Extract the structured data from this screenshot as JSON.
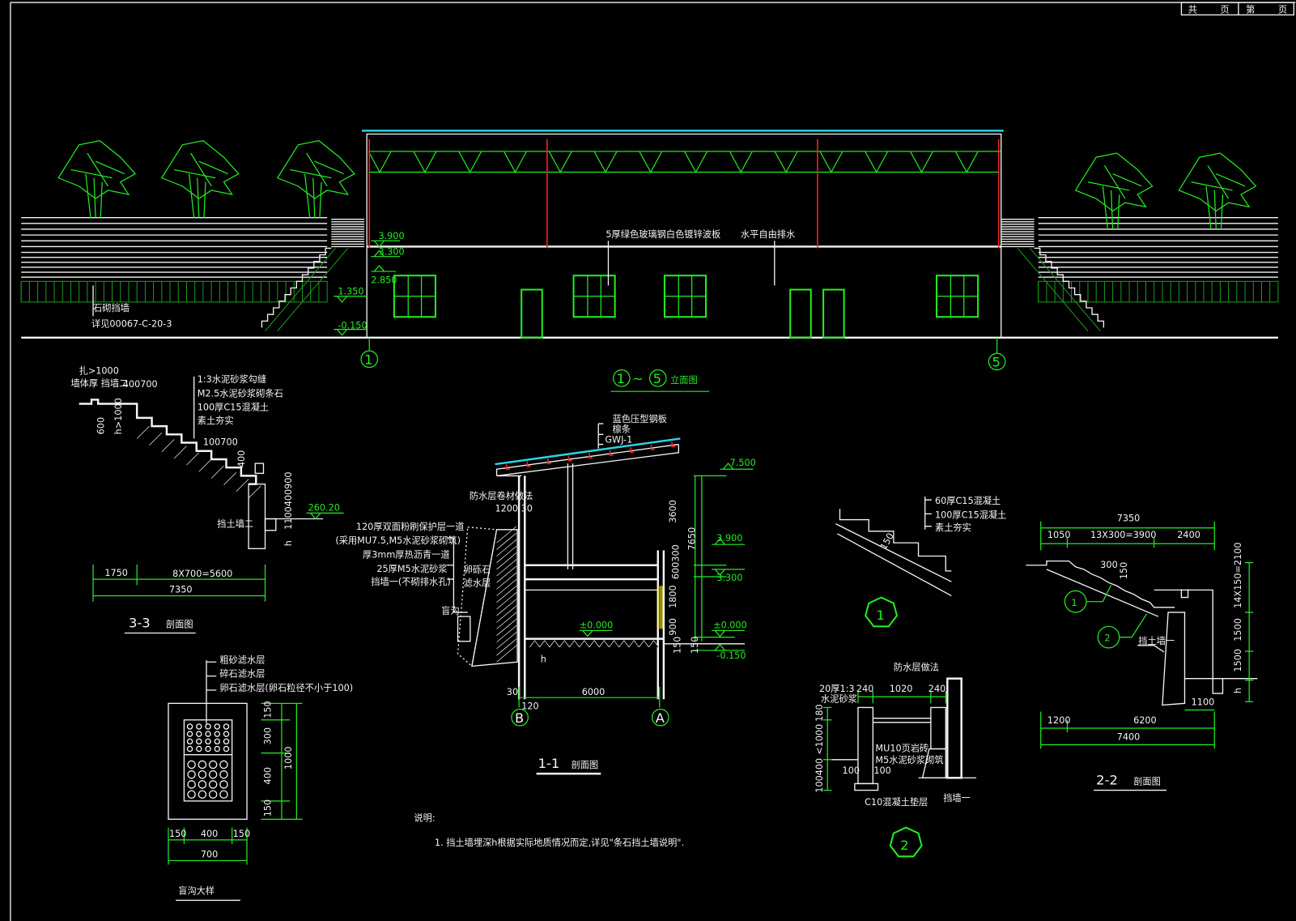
{
  "colors": {
    "background": "#000000",
    "line": "#f4f4f4",
    "dimension": "#22ee22",
    "roof": "#2ad6e6",
    "column": "#ee2222",
    "glass": "#e8e020"
  },
  "title_block": {
    "total": "共",
    "page_a": "页",
    "sheet": "第",
    "page_b": "页"
  },
  "elevation": {
    "levels": [
      "3.900",
      "3.300",
      "2.850",
      "1.350",
      "-0.150"
    ],
    "note_roof": "5厚绿色玻璃钢白色镀锌波板",
    "note_drain": "水平自由排水",
    "ref_label": "石砌挡墙",
    "ref_code": "详见00067-C-20-3",
    "axis_left": "1",
    "axis_right": "5",
    "title_a": "1",
    "title_sep": "~",
    "title_b": "5",
    "title_text": "立面图"
  },
  "section33": {
    "note_depth": "扎>1000",
    "note_wall": "墙体厚 挡墙二",
    "dim_top": "400700",
    "callouts": [
      "1:3水泥砂浆勾缝",
      "M2.5水泥砂浆砌条石",
      "100厚C15混凝土",
      "素土夯实"
    ],
    "dim_step": "100700",
    "dim_400": "400",
    "dim_right": "1100400900",
    "level": "260.20",
    "wall_label": "挡土墙二",
    "h": "h",
    "dim_600": "600",
    "dim_h1000": "h>1000",
    "dim_1750": "1750",
    "dim_steps": "8X700=5600",
    "dim_total": "7350",
    "title": "3-3",
    "title_text": "剖面图"
  },
  "section11": {
    "top_callouts": [
      "蓝色压型钢板",
      "檩条",
      "GWJ-1"
    ],
    "waterproof": "防水层卷材做法",
    "dim_1200": "1200 30",
    "left_callouts": [
      "120厚双面粉刷保护层一道",
      "(采用MU7.5,M5水泥砂浆砌筑)",
      "厚3mm厚热沥青一道",
      "25厚M5水泥砂浆",
      "挡墙一(不砌排水孔)"
    ],
    "gravel": "卵砾石",
    "filter": "滤水层",
    "ditch": "盲沟",
    "levels": [
      "7.500",
      "3.900",
      "3.300",
      "±0.000",
      "±0.000",
      "-0.150"
    ],
    "dims_v": [
      "3600",
      "7650",
      "600300",
      "1800",
      "900",
      "150",
      "150"
    ],
    "h": "h",
    "dim_30": "30",
    "dim_6000": "6000",
    "dim_120": "120",
    "axis_b": "B",
    "axis_a": "A",
    "title": "1-1",
    "title_text": "剖面图"
  },
  "detail1": {
    "callouts": [
      "60厚C15混凝土",
      "100厚C15混凝土",
      "素土夯实"
    ],
    "dim": "150",
    "label": "1"
  },
  "detail2": {
    "mortar": "20厚1:3",
    "mortar_sub": "水泥砂浆",
    "waterproof": "防水层做法",
    "dims_h": [
      "240",
      "1020",
      "240"
    ],
    "dims_v": [
      "180",
      "<1000",
      "100400"
    ],
    "brick": "MU10页岩砖",
    "mortar2": "M5水泥砂浆砌筑",
    "dim_100a": "100",
    "dim_100b": "100",
    "base": "C10混凝土垫层",
    "wall": "挡墙一",
    "label": "2"
  },
  "section22": {
    "dim_total": "7350",
    "dims_top": [
      "1050",
      "13X300=3900",
      "2400"
    ],
    "dim_300": "300",
    "dim_150": "150",
    "dims_v": [
      "14X150=2100",
      "1500",
      "1500",
      "h"
    ],
    "dim_1100": "1100",
    "dims_bottom": [
      "1200",
      "6200"
    ],
    "dim_bottom_total": "7400",
    "wall_label": "挡土墙一",
    "callout_1": "1",
    "callout_2": "2",
    "title": "2-2",
    "title_text": "剖面图"
  },
  "blind_ditch": {
    "callouts": [
      "粗砂滤水层",
      "碎石滤水层",
      "卵石滤水层(卵石粒径不小于100)"
    ],
    "dims_v": [
      "150",
      "300",
      "400",
      "150"
    ],
    "dim_total_v": "1000",
    "dims_h": [
      "150",
      "400",
      "150"
    ],
    "dim_total_h": "700",
    "title": "盲沟大样"
  },
  "notes": {
    "heading": "说明:",
    "items": [
      "1.  挡土墙埋深h根据实际地质情况而定,详见\"条石挡土墙说明\"."
    ]
  }
}
